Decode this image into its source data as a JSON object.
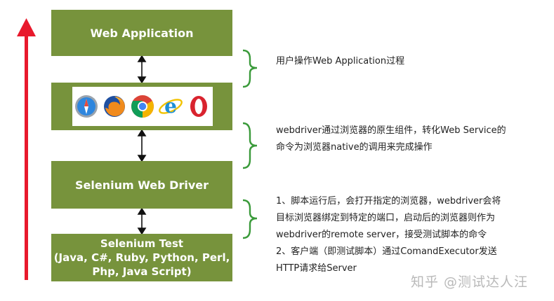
{
  "boxes": {
    "web_application": "Web Application",
    "selenium_web_driver": "Selenium Web Driver",
    "selenium_test_title": "Selenium Test",
    "selenium_test_langs_1": "(Java, C#, Ruby, Python, Perl,",
    "selenium_test_langs_2": "Php, Java Script)"
  },
  "browsers": [
    "safari-icon",
    "firefox-icon",
    "chrome-icon",
    "ie-icon",
    "opera-icon"
  ],
  "annotations": {
    "note1": "用户操作Web Application过程",
    "note2_line1": "webdriver通过浏览器的原生组件，转化Web Service的",
    "note2_line2": "命令为浏览器native的调用来完成操作",
    "note3_line1": "1、脚本运行后，会打开指定的浏览器，webdriver会将",
    "note3_line2": "目标浏览器绑定到特定的端口，启动后的浏览器则作为",
    "note3_line3": "webdriver的remote server，接受测试脚本的命令",
    "note3_line4": "2、客户端（即测试脚本）通过ComandExecutor发送",
    "note3_line5": "HTTP请求给Server"
  },
  "watermark": "知乎 @测试达人汪",
  "colors": {
    "box_green": "#77933c",
    "arrow_red": "#e8192c",
    "brace_green": "#3a9a3a"
  }
}
